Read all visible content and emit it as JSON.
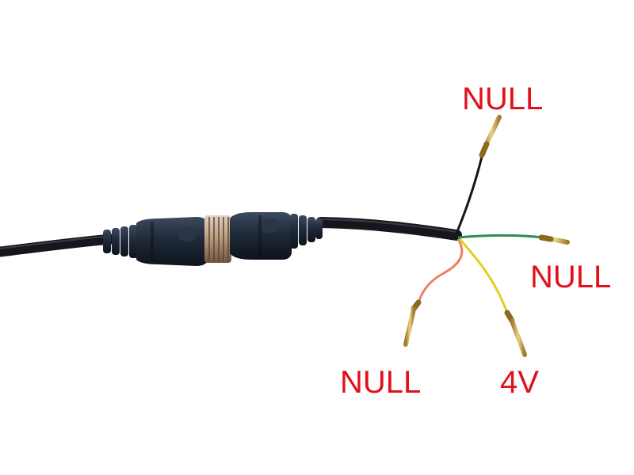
{
  "labels": {
    "black_wire": "NULL",
    "green_wire": "NULL",
    "red_wire": "NULL",
    "yellow_wire": "4V"
  },
  "colors": {
    "background": "#ffffff",
    "label_text": "#e3101a",
    "cable_jacket": "#16171c",
    "connector_body": "#1f2a3a",
    "coupling_nut": "#b89a7c",
    "black_wire": "#161616",
    "green_wire": "#2e8b57",
    "red_wire": "#f08060",
    "yellow_wire": "#e0d020",
    "pin_brass": "#c9a24a"
  }
}
